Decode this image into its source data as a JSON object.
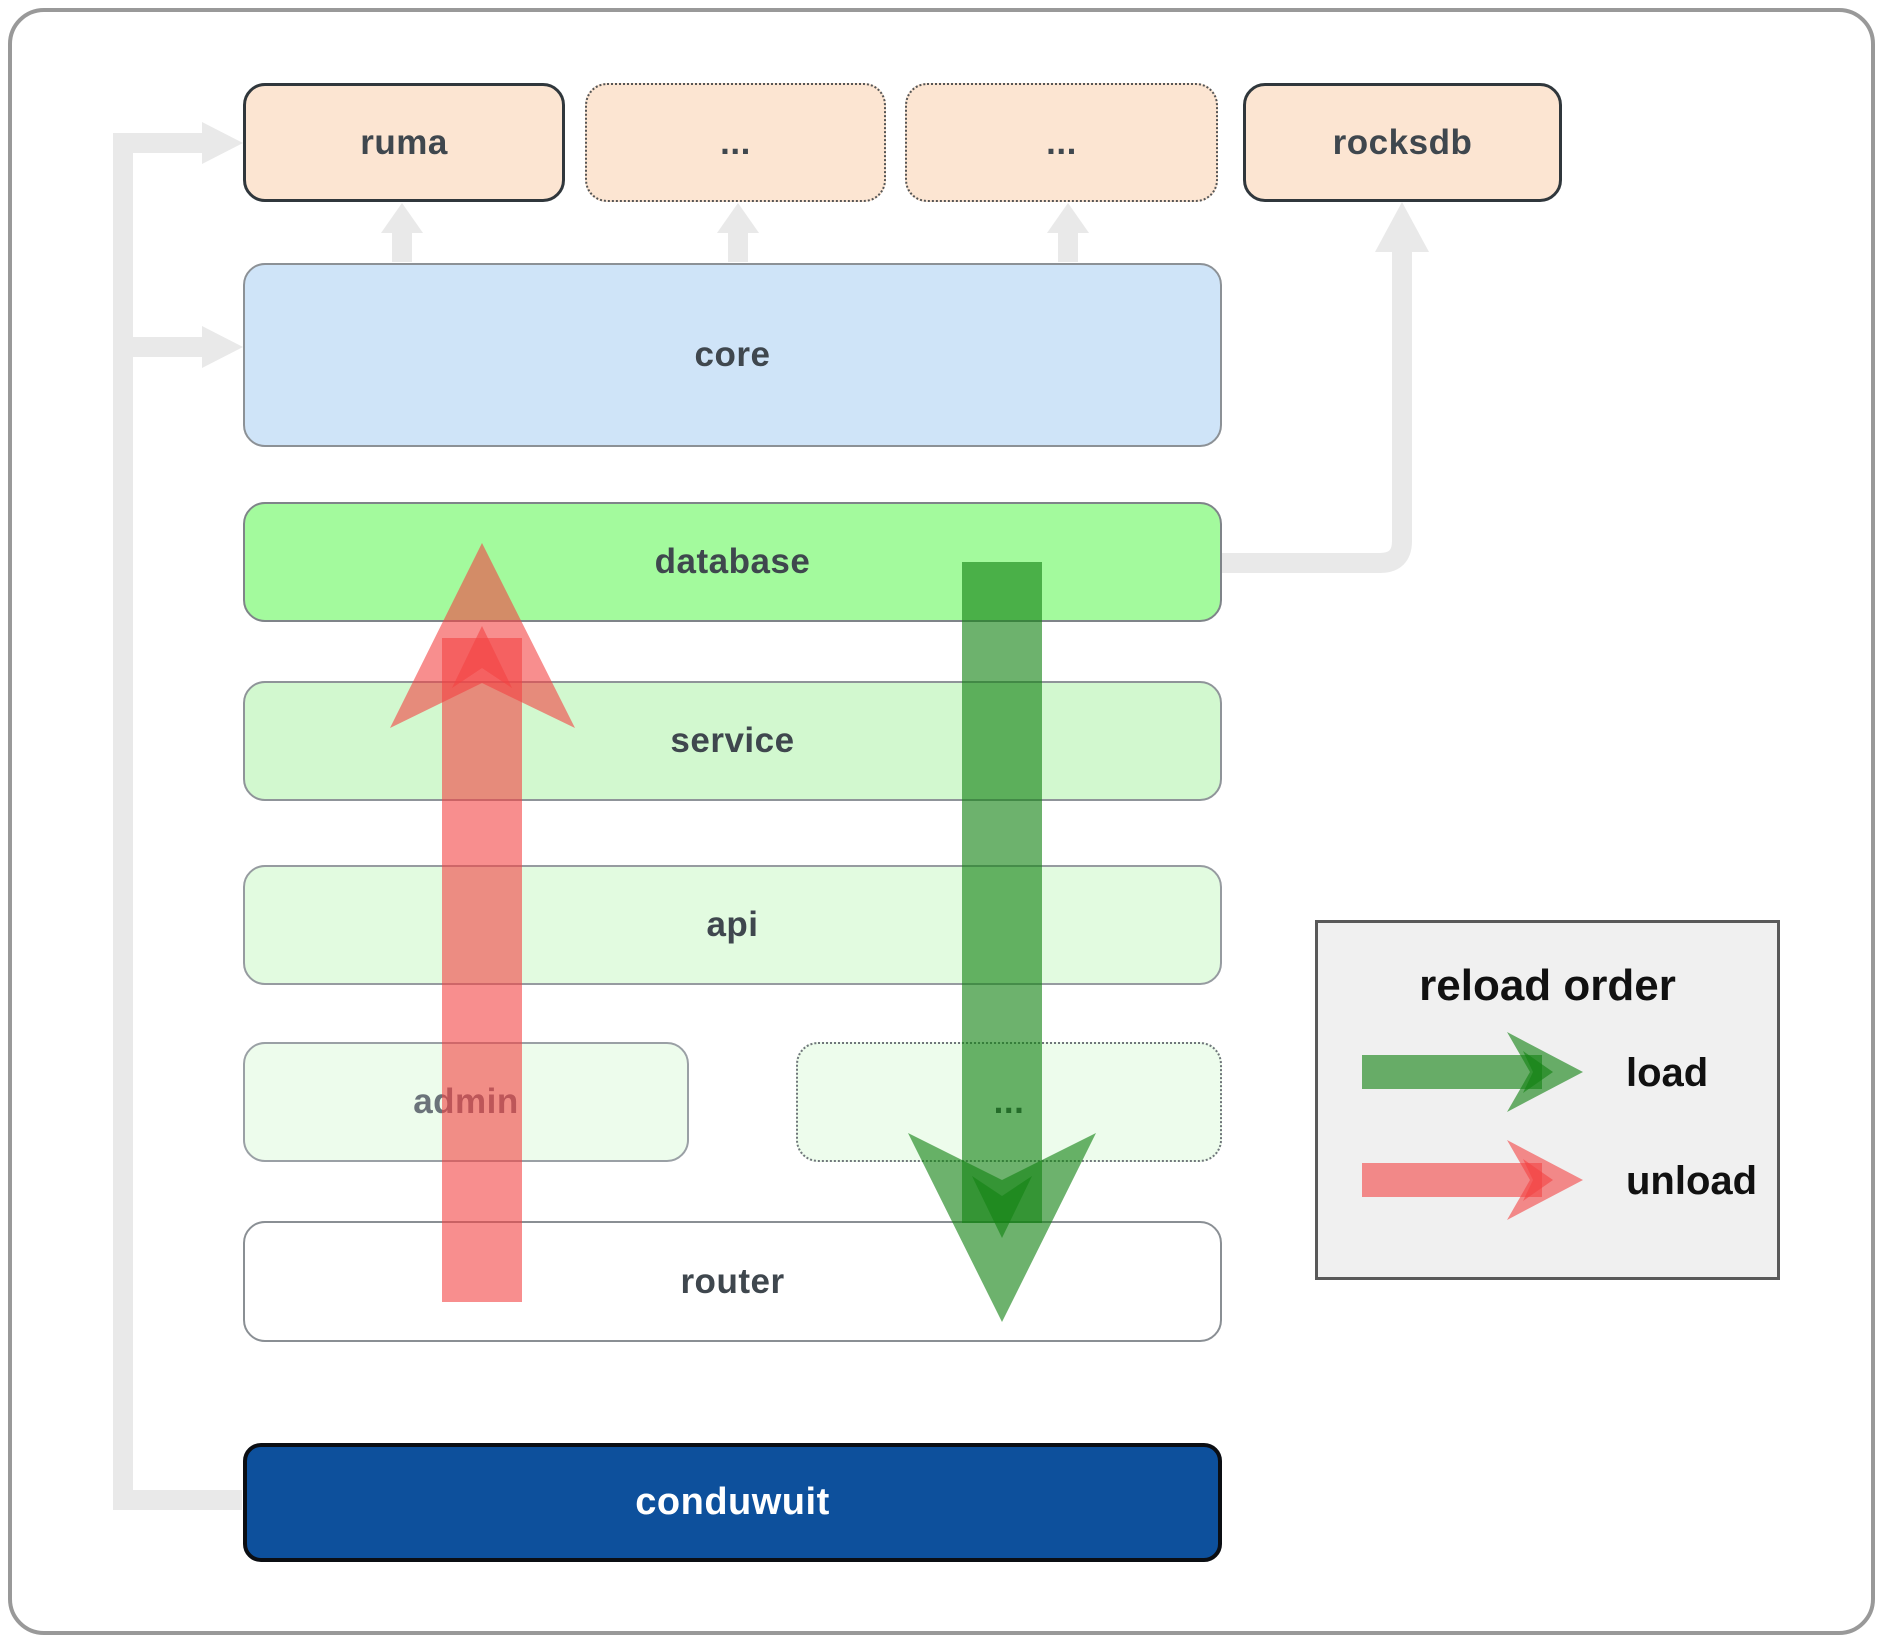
{
  "diagram": {
    "boxes": {
      "ruma": {
        "label": "ruma",
        "border": "solid",
        "fill": "#fce5d2"
      },
      "dots_top_1": {
        "label": "...",
        "border": "dotted",
        "fill": "#fce5d2"
      },
      "dots_top_2": {
        "label": "...",
        "border": "dotted",
        "fill": "#fce5d2"
      },
      "rocksdb": {
        "label": "rocksdb",
        "border": "solid",
        "fill": "#fce5d2"
      },
      "core": {
        "label": "core",
        "fill": "#cfe4f8"
      },
      "database": {
        "label": "database",
        "fill": "#a3fa9d"
      },
      "service": {
        "label": "service",
        "fill": "#d2f8cf"
      },
      "api": {
        "label": "api",
        "fill": "#e2fbe0"
      },
      "admin": {
        "label": "admin",
        "fill": "#edfcec"
      },
      "dots_admin": {
        "label": "...",
        "border": "dotted",
        "fill": "#edfcec"
      },
      "router": {
        "label": "router",
        "fill": "#ffffff"
      },
      "conduwuit": {
        "label": "conduwuit",
        "fill": "#0d509c",
        "text_color": "#ffffff"
      }
    },
    "connections": [
      {
        "from": "conduwuit",
        "to": "ruma"
      },
      {
        "from": "conduwuit",
        "to": "core"
      },
      {
        "from": "core",
        "to": "ruma"
      },
      {
        "from": "core",
        "to": "dots_top_1"
      },
      {
        "from": "core",
        "to": "dots_top_2"
      },
      {
        "from": "database",
        "to": "rocksdb"
      }
    ],
    "arrows": {
      "load": {
        "direction": "down",
        "color": "#148214"
      },
      "unload": {
        "direction": "up",
        "color": "#f34343"
      },
      "connector_color": "#e9e9e9"
    },
    "legend": {
      "title": "reload order",
      "items": [
        {
          "label": "load",
          "color": "#148214"
        },
        {
          "label": "unload",
          "color": "#f34343"
        }
      ]
    }
  }
}
